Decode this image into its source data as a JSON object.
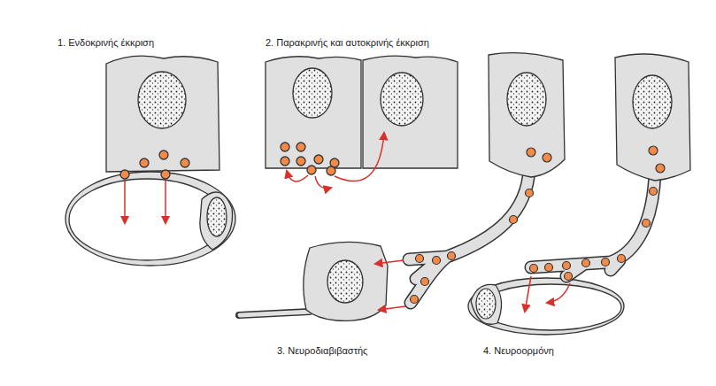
{
  "diagram": {
    "labels": [
      "1. Ενδοκρινής έκκριση",
      "2. Παρακρινής και αυτοκρινής έκκριση",
      "3. Νευροδιαβιβαστής",
      "4. Νευροορμόνη"
    ]
  }
}
